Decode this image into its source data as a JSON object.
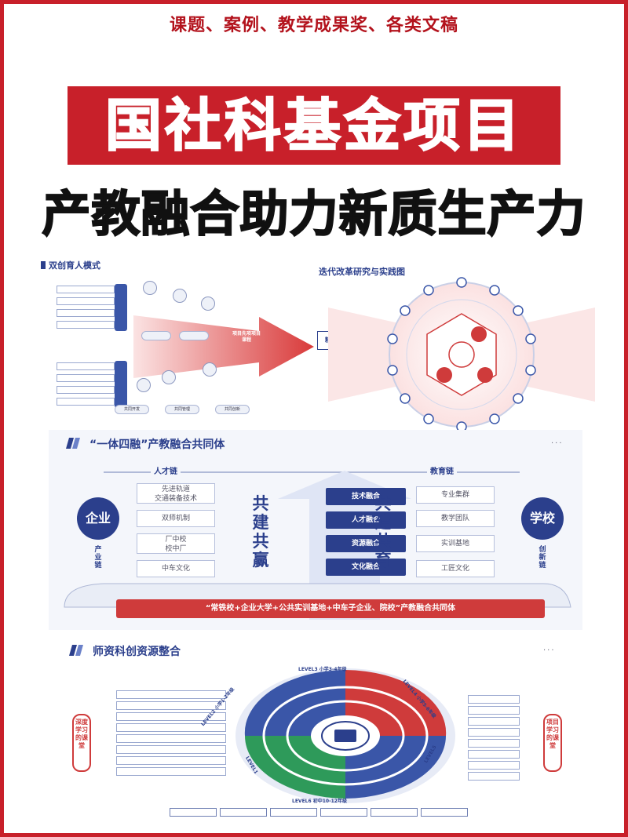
{
  "header": {
    "top_line": "课题、案例、教学成果奖、各类文稿",
    "title": "国社科基金项目",
    "subtitle": "产教融合助力新质生产力"
  },
  "panel1": {
    "title": "双创育人模式",
    "left_boxes_top": [
      "",
      "",
      "",
      ""
    ],
    "left_boxes_bottom": [
      "",
      "",
      "",
      ""
    ],
    "arrow_label": "项目先项项目课程",
    "talent": "精英人才",
    "bottom_pills": [
      "共同开发",
      "共同管理",
      "共同创新"
    ]
  },
  "panel1_right": {
    "title": "迭代改革研究与实践图",
    "center_label": "",
    "ring_labels": [
      "",
      ""
    ]
  },
  "panel2": {
    "title": "“一体四融”产教融合共同体",
    "left_chain": "人才链",
    "right_chain": "教育链",
    "company": "企业",
    "school": "学校",
    "industry_chain_vertical": "产业链",
    "innovation_chain_vertical": "创新链",
    "left_items": [
      "先进轨道\n交通装备技术",
      "双师机制",
      "厂中校\n校中厂",
      "中车文化"
    ],
    "center_items": [
      "技术融合",
      "人才融合",
      "资源融合",
      "文化融合"
    ],
    "right_items": [
      "专业集群",
      "教学团队",
      "实训基地",
      "工匠文化"
    ],
    "big_left": "共建共赢",
    "big_right": "共建共育",
    "bottom_bar": "“常铁校+企业大学+公共实训基地+中车子企业、院校”产教融合共同体"
  },
  "panel3": {
    "title": "师资科创资源整合",
    "level_top": "LEVEL3 小学3-4年级",
    "level_left": "LEVEL2 小学1-2年级",
    "level_right": "LEVEL4 小学5-6年级",
    "level_bottom_left": "LEVEL1",
    "level_bottom_right": "LEVEL5",
    "level_bottom": "LEVEL6 初中10-12年级",
    "left_side": "深度学习的课堂",
    "right_side": "项目学习的课堂",
    "left_list": [
      "",
      "",
      "",
      "",
      "",
      "",
      "",
      ""
    ],
    "right_list": [
      "",
      "",
      "",
      "",
      "",
      "",
      "",
      ""
    ],
    "bottom_tabs": [
      "",
      "",
      "",
      "",
      "",
      ""
    ]
  },
  "colors": {
    "brand_red": "#c8202a",
    "navy": "#2b3f8c"
  }
}
